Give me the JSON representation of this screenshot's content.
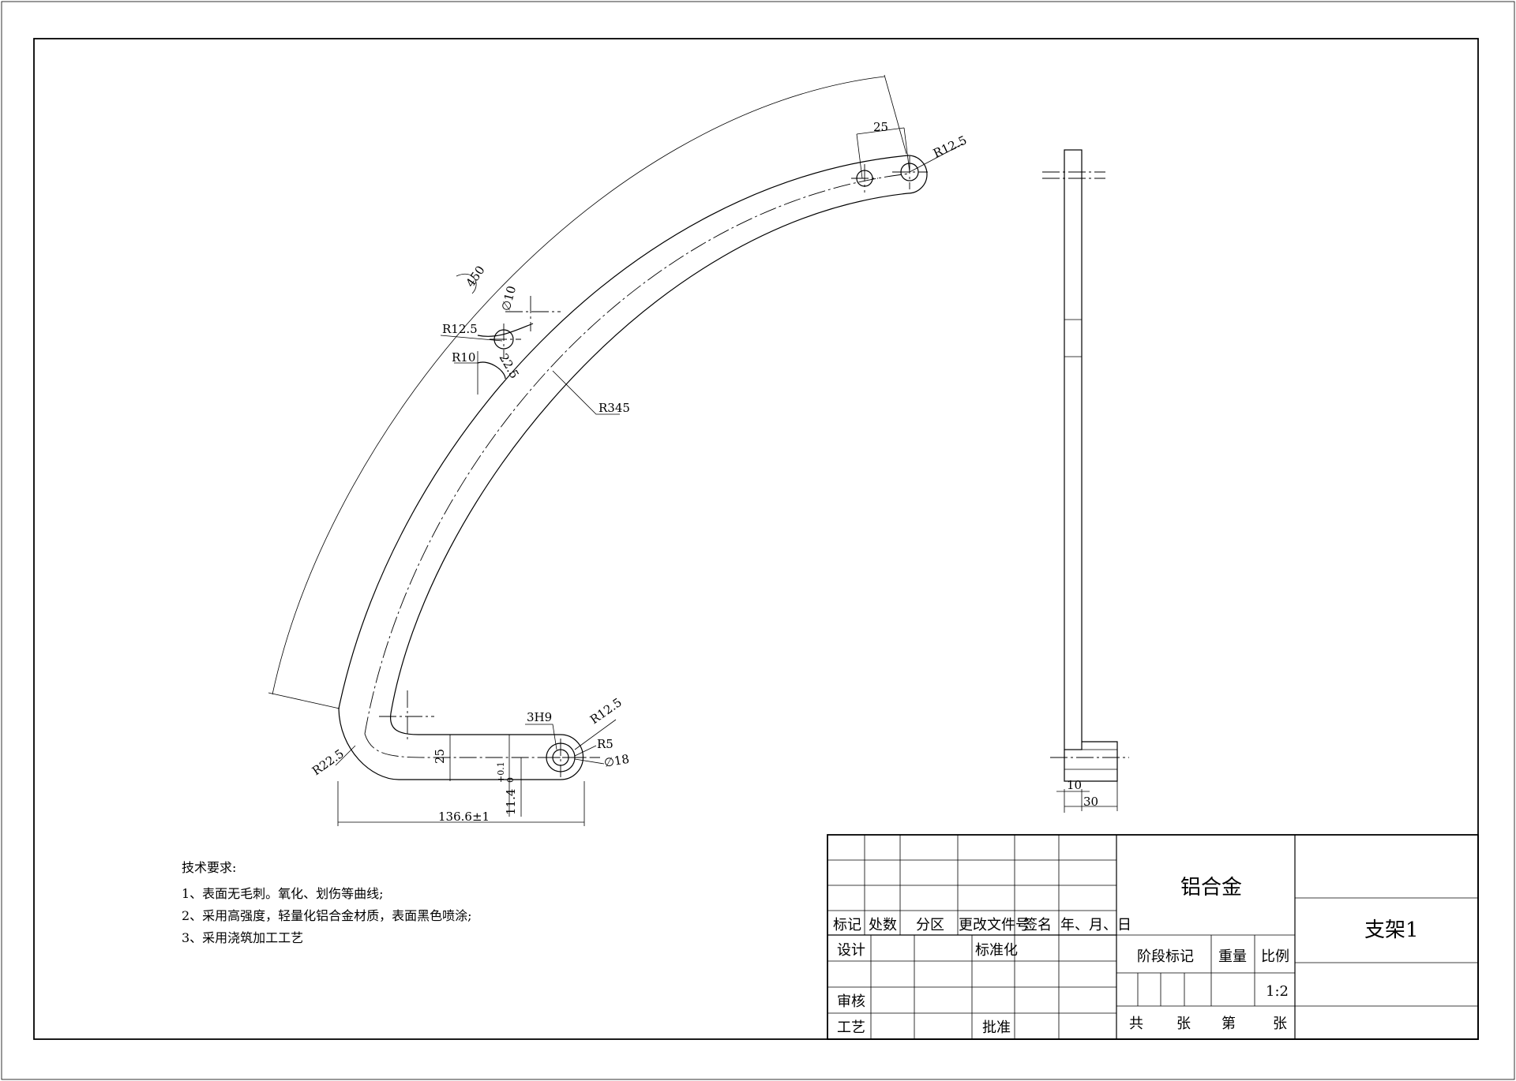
{
  "tech_requirements": {
    "heading": "技术要求:",
    "items": [
      "1、表面无毛刺。氧化、划伤等曲线;",
      "2、采用高强度，轻量化铝合金材质，表面黑色喷涂;",
      "3、采用浇筑加工工艺"
    ]
  },
  "dimensions": {
    "d25_top": "25",
    "r12_5_top": "R12.5",
    "d450": "450",
    "phi10": "∅10",
    "r12_5_mid": "R12.5",
    "r10": "R10",
    "d22_5": "22.5",
    "r345": "R345",
    "d3h9": "3H9",
    "r12_5_bottom": "R12.5",
    "r5": "R5",
    "phi18": "∅18",
    "d25_bottom": "25",
    "r22_5": "R22.5",
    "d136_6": "136.6±1",
    "d11_4": "11.4",
    "d11_4_tol_upper": "+0.1",
    "d11_4_tol_lower": "0",
    "side_d10": "10",
    "side_d30": "30"
  },
  "title_block": {
    "material": "铝合金",
    "part_name": "支架1",
    "headers": [
      "标记",
      "处数",
      "分区",
      "更改文件号",
      "签名",
      "年、月、日"
    ],
    "design": "设计",
    "standardization": "标准化",
    "review": "审核",
    "process": "工艺",
    "approval": "批准",
    "stage_mark": "阶段标记",
    "weight": "重量",
    "scale_label": "比例",
    "scale_value": "1:2",
    "total": "共",
    "sheets": "张",
    "sheet_no": "第",
    "sheets2": "张"
  }
}
